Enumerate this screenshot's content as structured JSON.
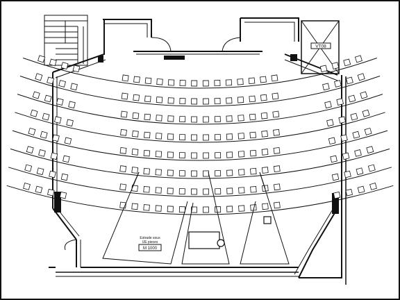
{
  "plan": {
    "room_label": "VT08",
    "stage_box_label": "M 1000",
    "stage_note_line1": "Estrade sous",
    "stage_note_line2": "UE pieces"
  }
}
